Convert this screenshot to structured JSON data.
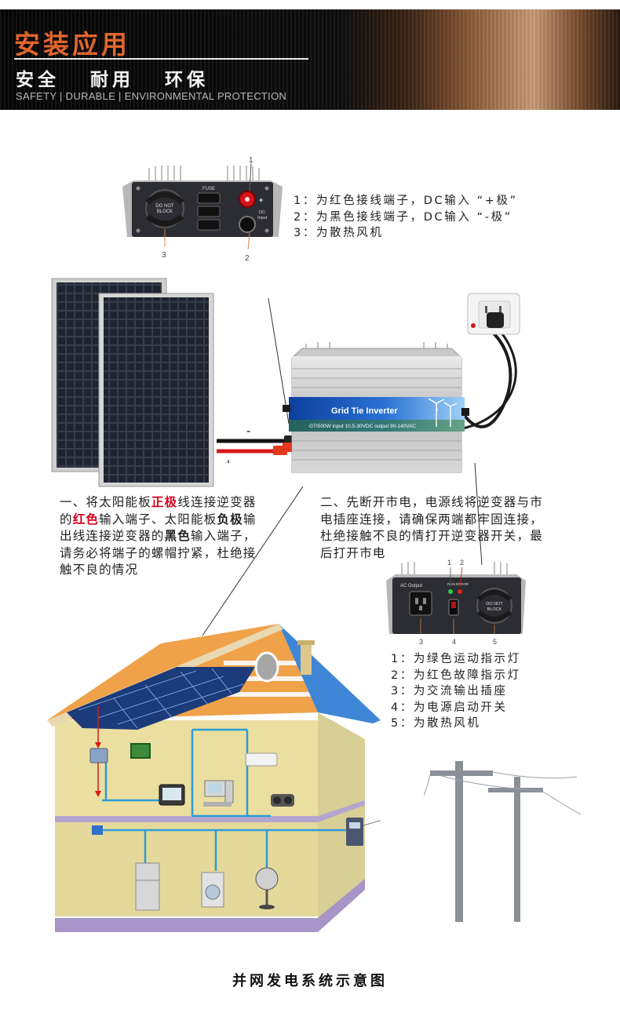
{
  "header": {
    "title": "安装应用",
    "subtitle": "安全   耐用   环保",
    "english": "SAFETY  |  DURABLE  |  ENVIRONMENTAL PROTECTION"
  },
  "top_panel": {
    "labels": {
      "fuse": "FUSE",
      "dc_input": "DC\nInput",
      "do_not_block": "DO NOT\nBLOCK",
      "n1": "1",
      "n2": "2",
      "n3": "3",
      "plus": "+"
    },
    "legend": [
      "1：为红色接线端子，DC输入 “+极”",
      "2：为黑色接线端子，DC输入 “-极”",
      "3：为散热风机"
    ]
  },
  "inverter": {
    "label": "Grid Tie Inverter",
    "spec": "GTI500W  input 10.5-30VDC output 90-140VAC"
  },
  "wires": {
    "minus": "-",
    "plus": "+"
  },
  "step1": {
    "t1": "一、将太阳能板",
    "t2": "正极",
    "t3": "线连接逆变器的",
    "t4": "红色",
    "t5": "输入端子、太阳能板",
    "t6": "负极",
    "t7": "输出线连接逆变器的",
    "t8": "黑色",
    "t9": "输入端子，请务必将端子的螺帽拧紧，杜绝接触不良的情况"
  },
  "step2": {
    "text": "二、先断开市电，电源线将逆变器与市电插座连接，请确保两端都牢固连接，杜绝接触不良的情打开逆变器开关，最后打开市电"
  },
  "back_panel": {
    "labels": {
      "ac_output": "AC Output",
      "run": "RUN",
      "error": "ERROR",
      "do_not_block": "DO NOT\nBLOCK",
      "n1": "1",
      "n2": "2",
      "n3": "3",
      "n4": "4",
      "n5": "5"
    },
    "legend": [
      "1：为绿色运动指示灯",
      "2：为红色故障指示灯",
      "3：为交流输出插座",
      "4：为电源启动开关",
      "5：为散热风机"
    ]
  },
  "caption": "并网发电系统示意图"
}
